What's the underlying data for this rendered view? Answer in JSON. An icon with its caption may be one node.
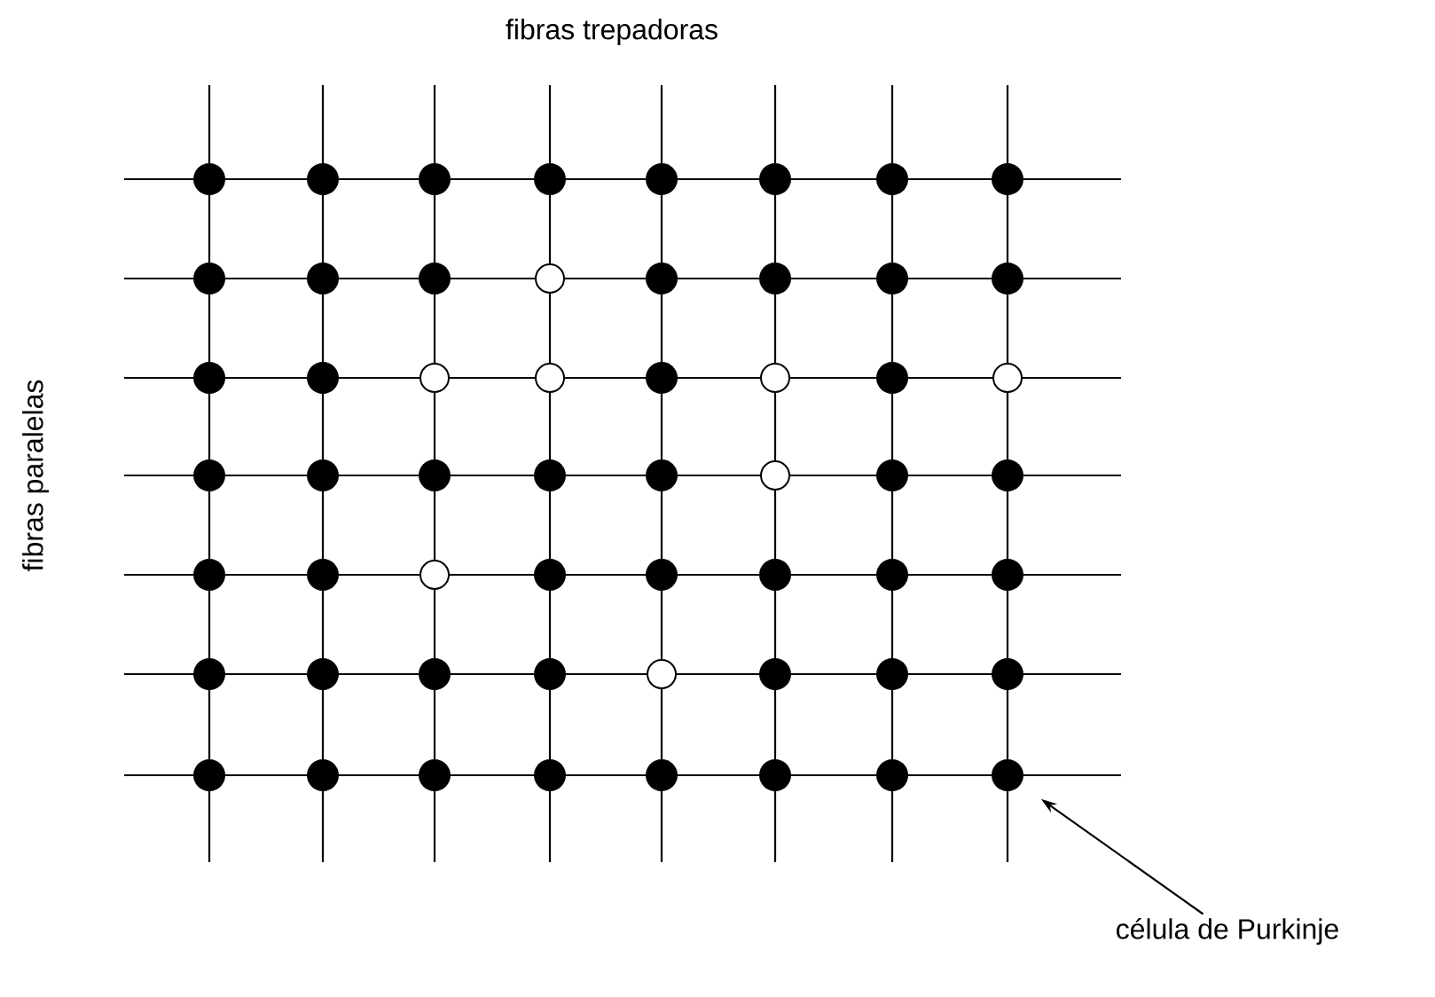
{
  "diagram": {
    "nodes": [
      {
        "text": [
          "célula de Purkinje"
        ]
      },
      {
        "text": [],
        "shape": "circle"
      }
    ],
    "edges": [
      {
        "from": 0,
        "to": 1,
        "arrow": "to"
      }
    ],
    "labels": [
      "fibras trepadoras",
      "fibras paralelas"
    ]
  }
}
